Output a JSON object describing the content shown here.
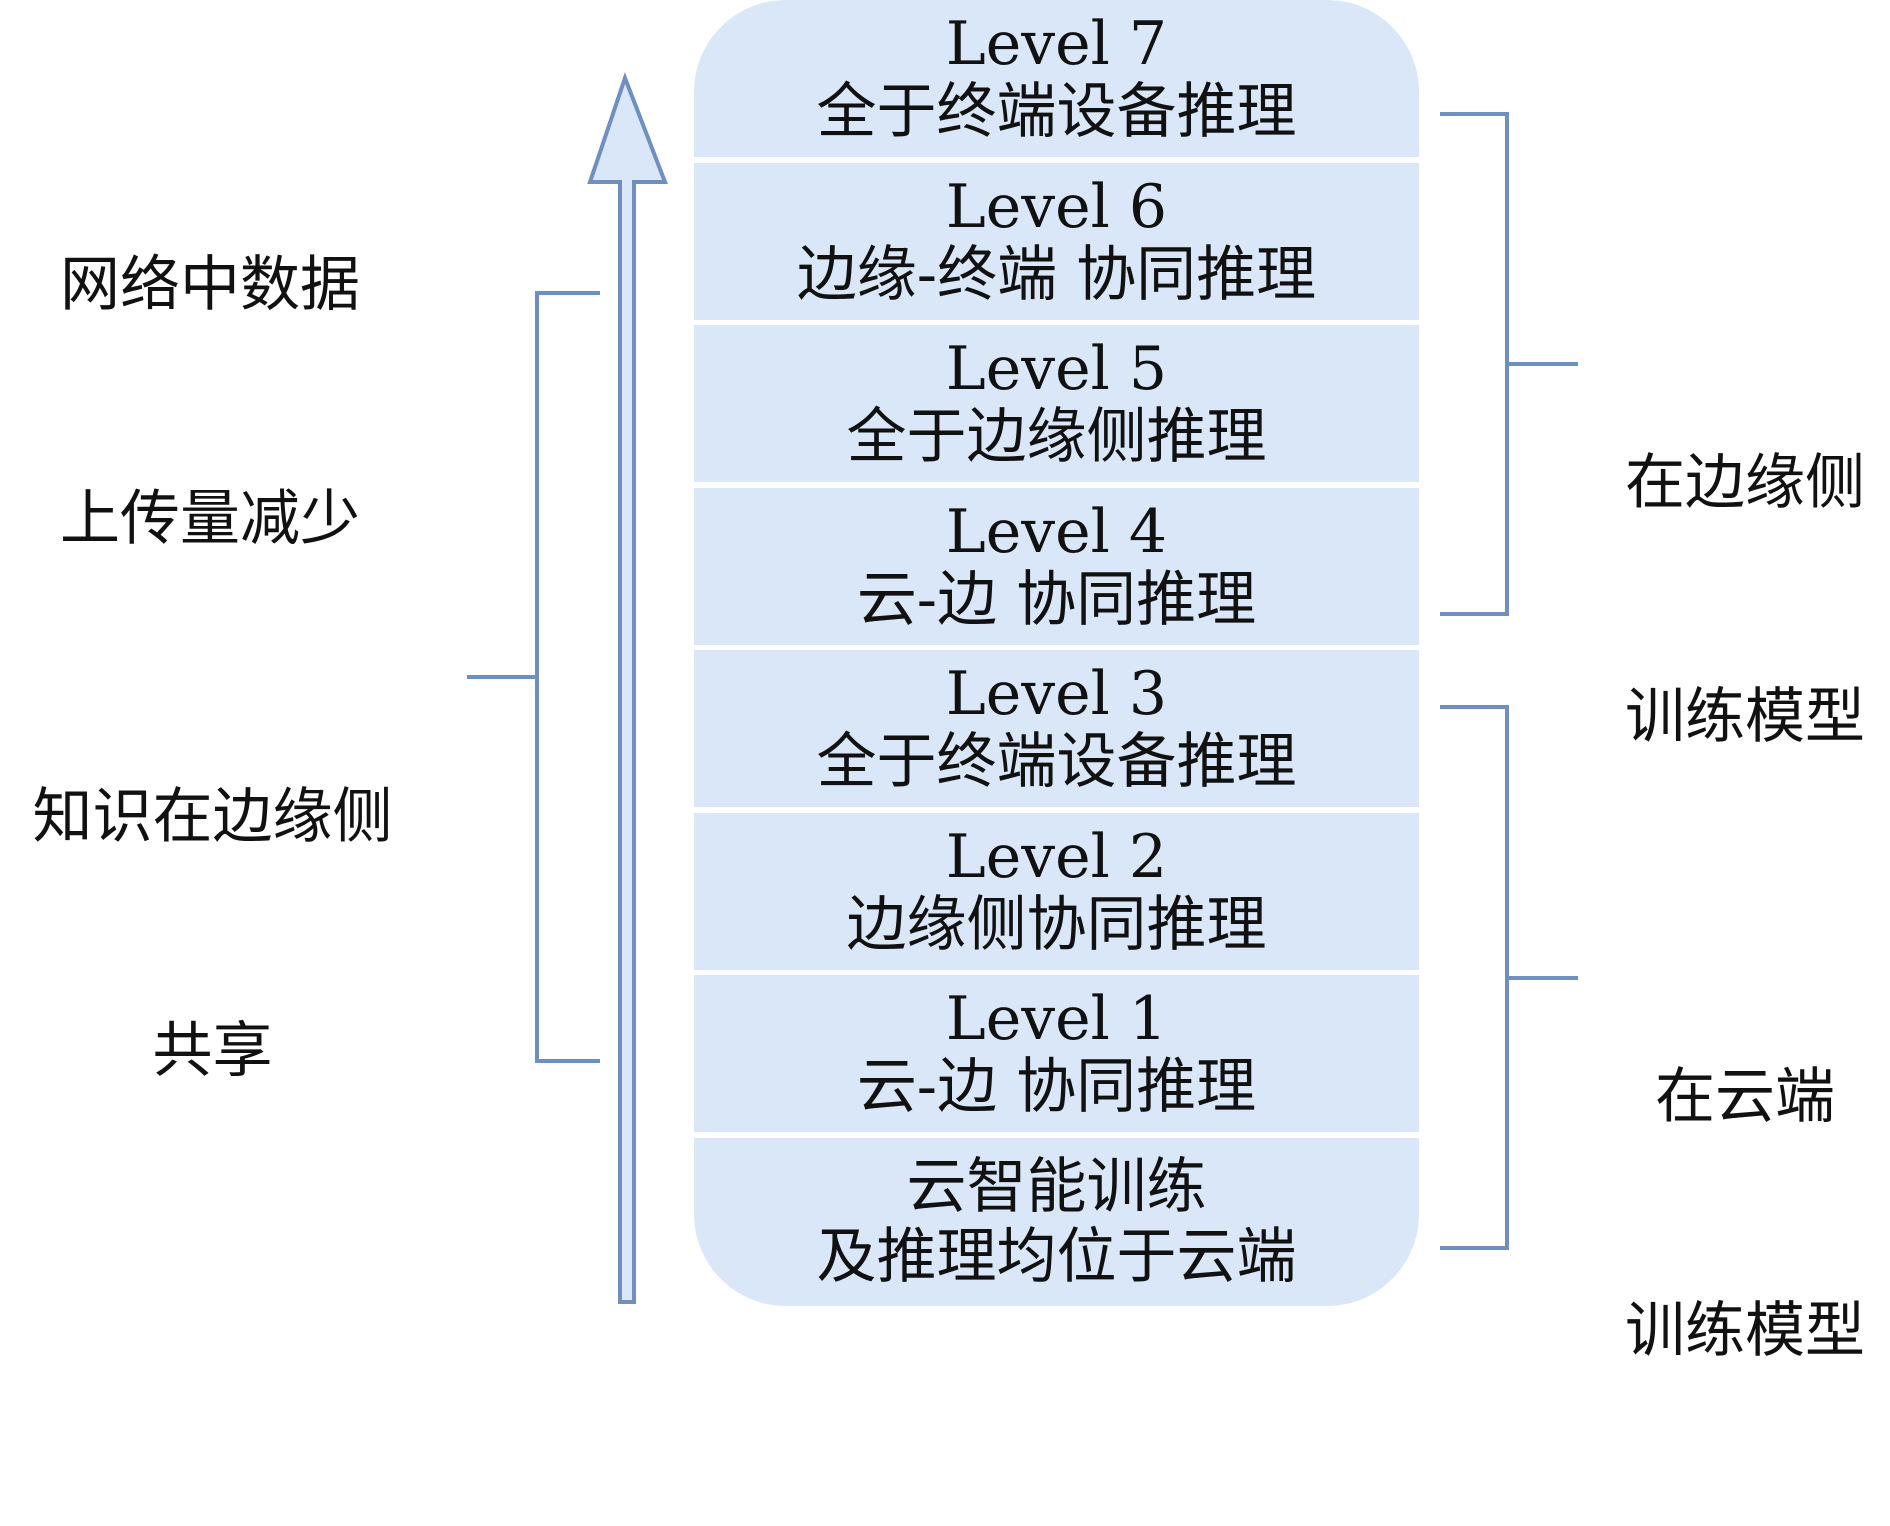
{
  "levels": [
    {
      "title": "Level 7",
      "desc": "全于终端设备推理"
    },
    {
      "title": "Level 6",
      "desc": "边缘-终端 协同推理"
    },
    {
      "title": "Level 5",
      "desc": "全于边缘侧推理"
    },
    {
      "title": "Level 4",
      "desc": "云-边 协同推理"
    },
    {
      "title": "Level 3",
      "desc": "全于终端设备推理"
    },
    {
      "title": "Level 2",
      "desc": "边缘侧协同推理"
    },
    {
      "title": "Level 1",
      "desc": "云-边 协同推理"
    },
    {
      "title": "",
      "desc": "云智能训练",
      "desc2": "及推理均位于云端"
    }
  ],
  "left_labels": {
    "data_upload_line1": "网络中数据",
    "data_upload_line2": "上传量减少",
    "knowledge_line1": "知识在边缘侧",
    "knowledge_line2": "共享"
  },
  "right_labels": {
    "edge_train_line1": "在边缘侧",
    "edge_train_line2": "训练模型",
    "cloud_train_line1": "在云端",
    "cloud_train_line2": "训练模型"
  },
  "colors": {
    "row_fill": "#d9e7f8",
    "arrow_fill": "#d9e7f8",
    "arrow_stroke": "#6f8fc1",
    "bracket_stroke": "#6f8fc1",
    "text": "#111111"
  }
}
